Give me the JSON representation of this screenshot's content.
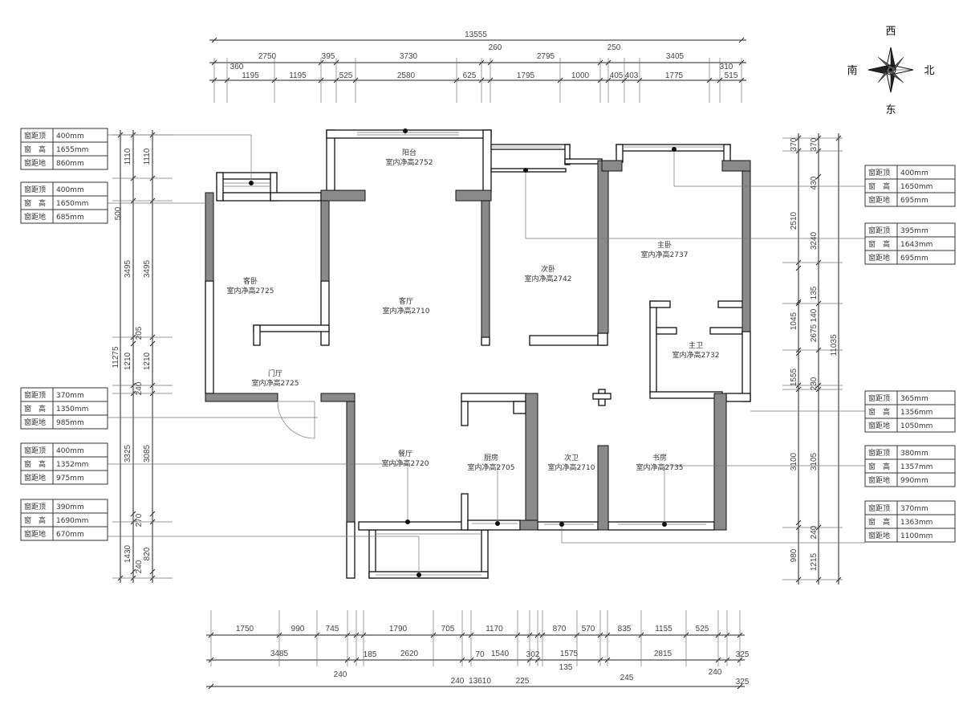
{
  "compass": {
    "west": "西",
    "north": "北",
    "east": "东",
    "south": "南"
  },
  "rooms": [
    {
      "name": "阳台",
      "height": "室内净高2752"
    },
    {
      "name": "客卧",
      "height": "室内净高2725"
    },
    {
      "name": "客厅",
      "height": "室内净高2710"
    },
    {
      "name": "次卧",
      "height": "室内净高2742"
    },
    {
      "name": "主卧",
      "height": "室内净高2737"
    },
    {
      "name": "主卫",
      "height": "室内净高2732"
    },
    {
      "name": "门厅",
      "height": "室内净高2725"
    },
    {
      "name": "餐厅",
      "height": "室内净高2720"
    },
    {
      "name": "厨房",
      "height": "室内净高2705"
    },
    {
      "name": "次卫",
      "height": "室内净高2710"
    },
    {
      "name": "书房",
      "height": "室内净高2735"
    }
  ],
  "dims": {
    "top": [
      "13555",
      "2750",
      "395",
      "3730",
      "260",
      "2795",
      "250",
      "3405",
      "360",
      "1195",
      "1195",
      "525",
      "2580",
      "625",
      "1795",
      "1000",
      "405",
      "403",
      "1775",
      "310",
      "515"
    ],
    "bottom": [
      "1750",
      "990",
      "745",
      "1790",
      "705",
      "1170",
      "870",
      "570",
      "835",
      "1155",
      "525",
      "3485",
      "185",
      "2620",
      "70",
      "1540",
      "302",
      "1575",
      "2815",
      "325",
      "240",
      "240",
      "13610",
      "225",
      "135",
      "245",
      "240",
      "325"
    ],
    "left": [
      "11275",
      "1110",
      "3495",
      "1210",
      "3325",
      "1430",
      "1110",
      "3495",
      "1210",
      "3085",
      "820",
      "500",
      "205",
      "240",
      "270",
      "240"
    ],
    "right": [
      "370",
      "2510",
      "1045",
      "1555",
      "3100",
      "980",
      "370",
      "430",
      "3240",
      "135",
      "140",
      "2675",
      "230",
      "3105",
      "240",
      "1215",
      "11035"
    ]
  },
  "window_tables": {
    "labels": [
      "窗距顶",
      "窗　高",
      "窗距地"
    ],
    "left": [
      [
        "400mm",
        "1655mm",
        "860mm"
      ],
      [
        "400mm",
        "1650mm",
        "685mm"
      ],
      [
        "370mm",
        "1350mm",
        "985mm"
      ],
      [
        "400mm",
        "1352mm",
        "975mm"
      ],
      [
        "390mm",
        "1690mm",
        "670mm"
      ]
    ],
    "right": [
      [
        "400mm",
        "1650mm",
        "695mm"
      ],
      [
        "395mm",
        "1643mm",
        "695mm"
      ],
      [
        "365mm",
        "1356mm",
        "1050mm"
      ],
      [
        "380mm",
        "1357mm",
        "990mm"
      ],
      [
        "370mm",
        "1363mm",
        "1100mm"
      ]
    ]
  }
}
